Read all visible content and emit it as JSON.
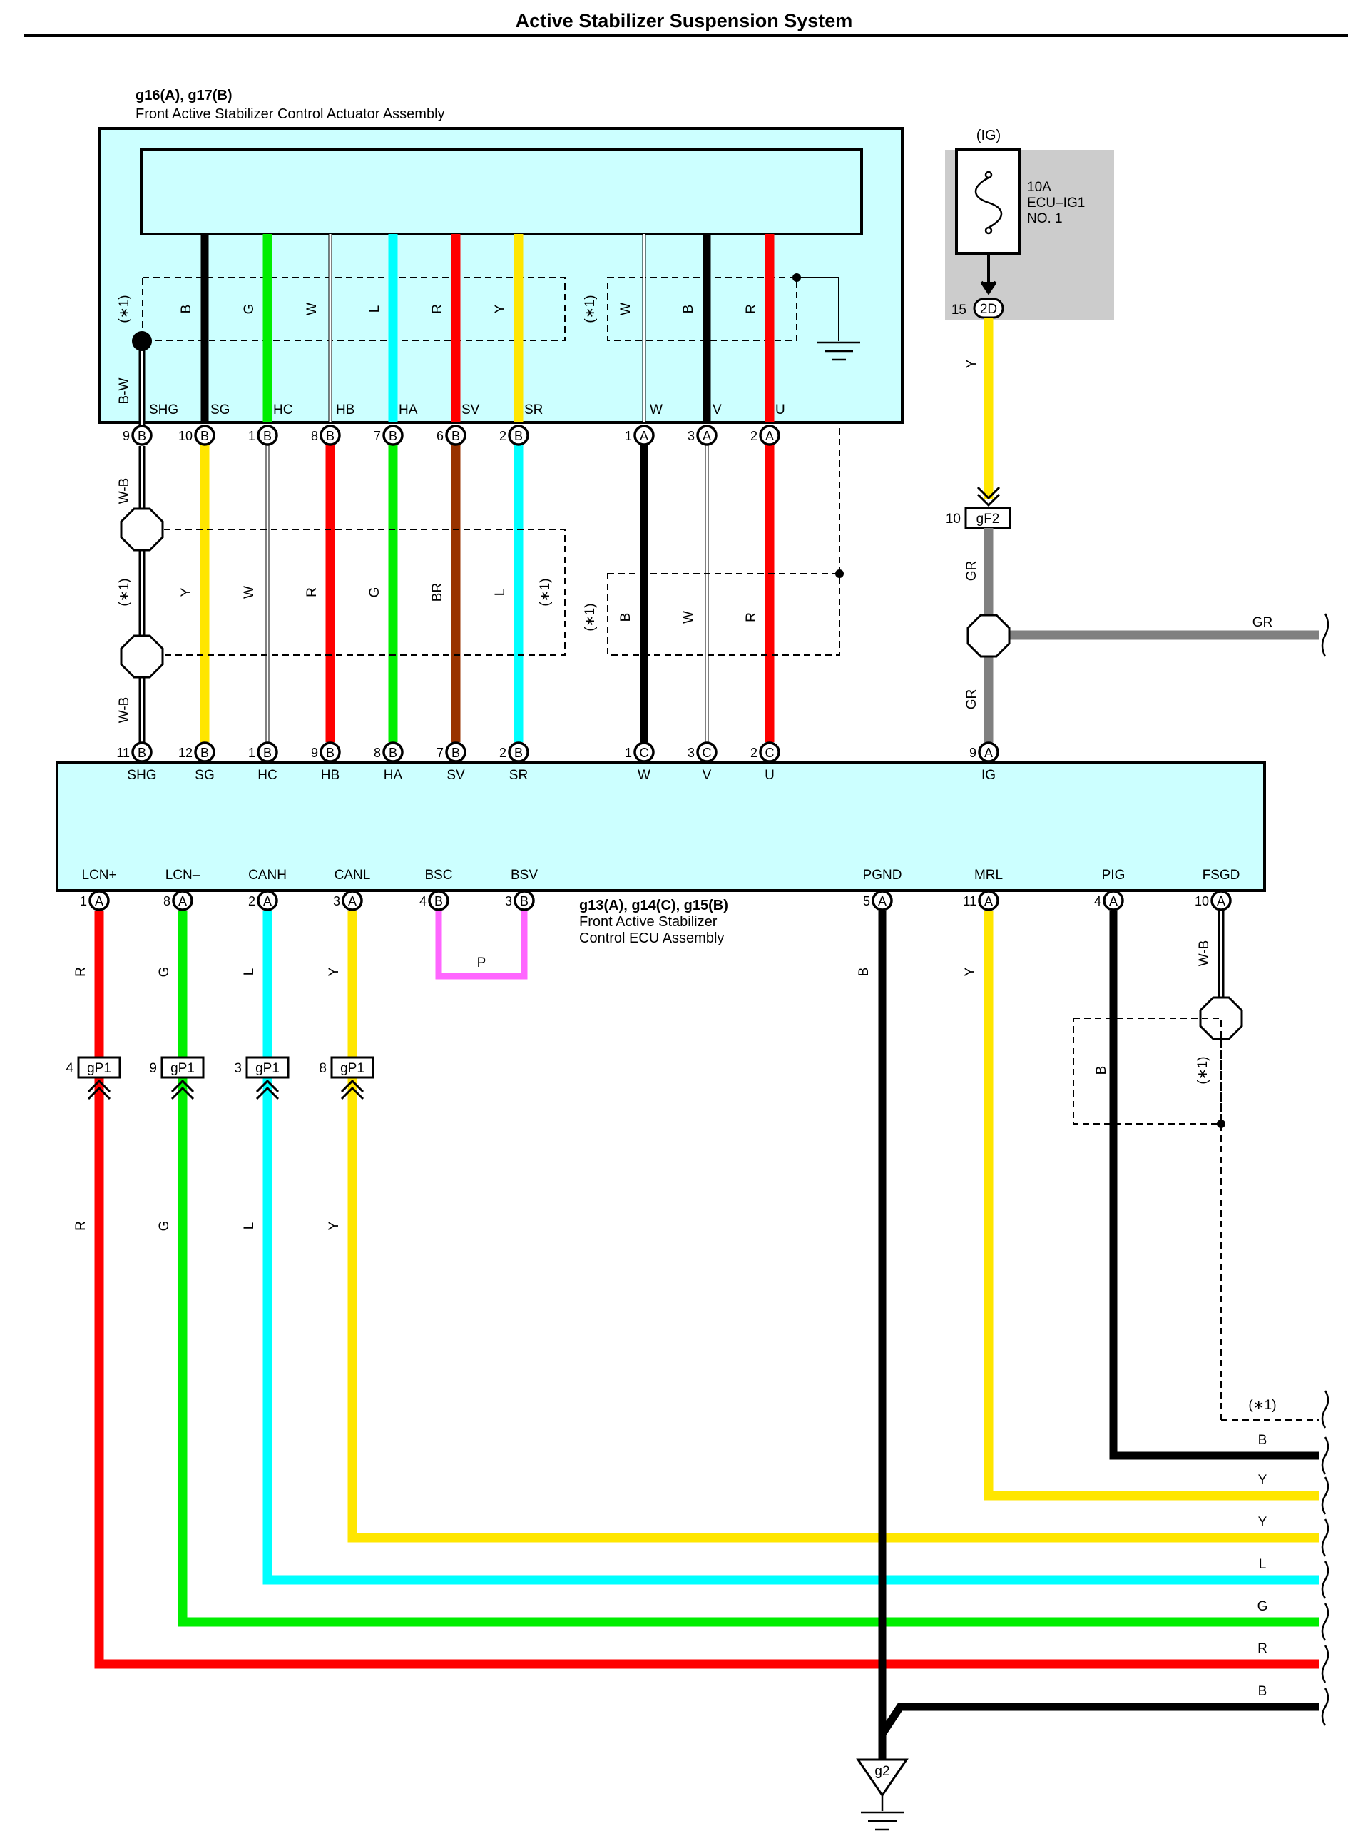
{
  "title": "Active Stabilizer Suspension System",
  "actuator": {
    "connectors": "g16(A), g17(B)",
    "name": "Front Active Stabilizer Control Actuator Assembly",
    "shield_note": "(∗1)",
    "pins": [
      {
        "label": "SHG",
        "pin": "9",
        "conn": "B",
        "color": "W-B",
        "shield_color": "B-W"
      },
      {
        "label": "SG",
        "pin": "10",
        "conn": "B",
        "color": "B"
      },
      {
        "label": "HC",
        "pin": "1",
        "conn": "B",
        "color": "G"
      },
      {
        "label": "HB",
        "pin": "8",
        "conn": "B",
        "color": "W"
      },
      {
        "label": "HA",
        "pin": "7",
        "conn": "B",
        "color": "L"
      },
      {
        "label": "SV",
        "pin": "6",
        "conn": "B",
        "color": "R"
      },
      {
        "label": "SR",
        "pin": "2",
        "conn": "B",
        "color": "Y"
      },
      {
        "label": "W",
        "pin": "1",
        "conn": "A",
        "color": "W"
      },
      {
        "label": "V",
        "pin": "3",
        "conn": "A",
        "color": "B"
      },
      {
        "label": "U",
        "pin": "2",
        "conn": "A",
        "color": "R"
      }
    ]
  },
  "middle_wires": {
    "left": [
      "Y",
      "W",
      "R",
      "G",
      "BR",
      "L"
    ],
    "right": [
      "B",
      "W",
      "R"
    ],
    "shield_left": "W-B",
    "note": "(∗1)"
  },
  "fuse": {
    "label": "(IG)",
    "amps": "10A",
    "name": "ECU–IG1",
    "number": "NO. 1",
    "terminal": "2D",
    "terminal_pin": "15",
    "wire_color": "Y"
  },
  "ig_connector": {
    "name": "gF2",
    "pin": "10",
    "wire_color": "GR",
    "branch_color": "GR"
  },
  "ecu": {
    "connectors": "g13(A), g14(C), g15(B)",
    "name_line1": "Front Active Stabilizer",
    "name_line2": "Control ECU Assembly",
    "top_pins": [
      {
        "label": "SHG",
        "pin": "11",
        "conn": "B"
      },
      {
        "label": "SG",
        "pin": "12",
        "conn": "B"
      },
      {
        "label": "HC",
        "pin": "1",
        "conn": "B"
      },
      {
        "label": "HB",
        "pin": "9",
        "conn": "B"
      },
      {
        "label": "HA",
        "pin": "8",
        "conn": "B"
      },
      {
        "label": "SV",
        "pin": "7",
        "conn": "B"
      },
      {
        "label": "SR",
        "pin": "2",
        "conn": "B"
      },
      {
        "label": "W",
        "pin": "1",
        "conn": "C"
      },
      {
        "label": "V",
        "pin": "3",
        "conn": "C"
      },
      {
        "label": "U",
        "pin": "2",
        "conn": "C"
      },
      {
        "label": "IG",
        "pin": "9",
        "conn": "A"
      }
    ],
    "bottom_pins": [
      {
        "label": "LCN+",
        "pin": "1",
        "conn": "A",
        "color": "R"
      },
      {
        "label": "LCN–",
        "pin": "8",
        "conn": "A",
        "color": "G"
      },
      {
        "label": "CANH",
        "pin": "2",
        "conn": "A",
        "color": "L"
      },
      {
        "label": "CANL",
        "pin": "3",
        "conn": "A",
        "color": "Y"
      },
      {
        "label": "BSC",
        "pin": "4",
        "conn": "B",
        "color": "P"
      },
      {
        "label": "BSV",
        "pin": "3",
        "conn": "B",
        "color": "P"
      },
      {
        "label": "PGND",
        "pin": "5",
        "conn": "A",
        "color": "B"
      },
      {
        "label": "MRL",
        "pin": "11",
        "conn": "A",
        "color": "Y"
      },
      {
        "label": "PIG",
        "pin": "4",
        "conn": "A",
        "color": "B"
      },
      {
        "label": "FSGD",
        "pin": "10",
        "conn": "A",
        "color": "W-B"
      }
    ],
    "bsc_bsv_wire": "P"
  },
  "gp1": {
    "name": "gP1",
    "pins": [
      "4",
      "9",
      "3",
      "8"
    ]
  },
  "ground": {
    "name": "g2"
  },
  "fsgd_shield": {
    "color": "B",
    "note": "(∗1)"
  },
  "right_edge": {
    "shield_note": "(∗1)",
    "labels": [
      "B",
      "Y",
      "Y",
      "L",
      "G",
      "R",
      "B"
    ]
  },
  "colors": {
    "R": "#ff0000",
    "G": "#00ee00",
    "L": "#00ffff",
    "Y": "#ffe600",
    "B": "#000000",
    "W": "#ffffff",
    "BR": "#993300",
    "GR": "#808080",
    "P": "#ff66ff",
    "box": "#ccffff",
    "fuse_bg": "#cccccc"
  }
}
